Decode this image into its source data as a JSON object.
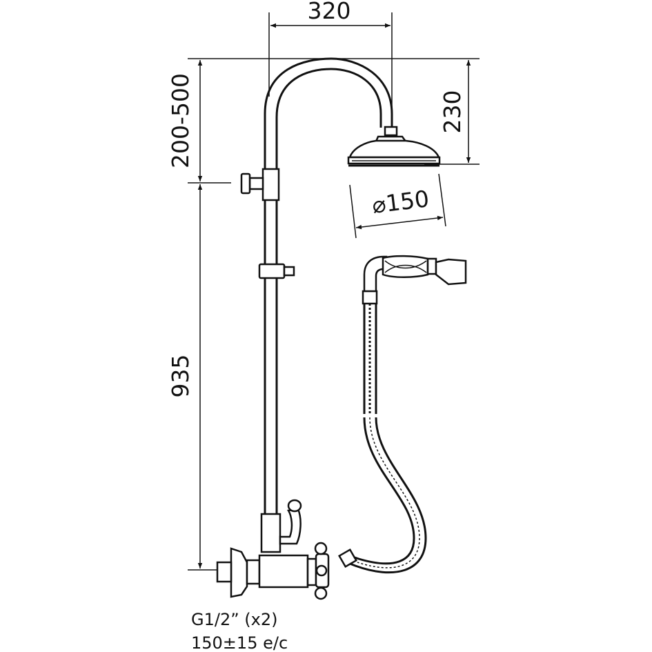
{
  "dimensions": {
    "width": "320",
    "riser_height": "200-500",
    "head_drop": "230",
    "head_diameter": "⌀150",
    "total_height": "935"
  },
  "notes": {
    "connection": "G1/2” (x2)",
    "centers": "150±15 e/c"
  },
  "colors": {
    "line": "#111111",
    "background": "#ffffff"
  }
}
